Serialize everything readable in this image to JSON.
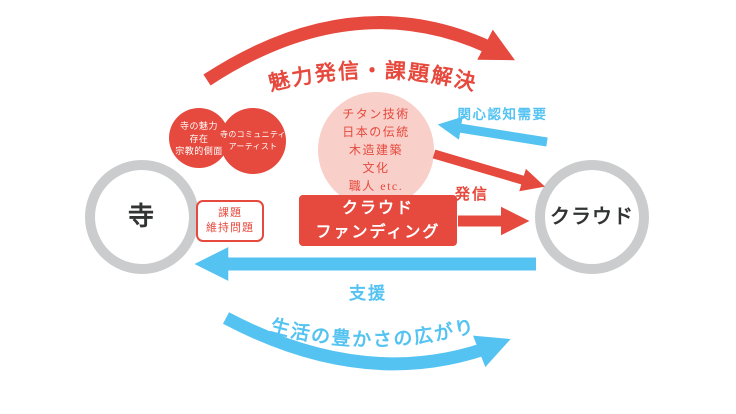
{
  "colors": {
    "red": "#e6493d",
    "pink": "#f8cfc9",
    "blue": "#55c3f1",
    "gray": "#cbcccd",
    "dark": "#323333"
  },
  "diagram": {
    "top_arrow_label": "魅力発信・課題解決",
    "bottom_arrow_label": "生活の豊かさの広がり",
    "left_node_label": "寺",
    "right_node_label": "クラウド",
    "appeal_circle_lines": [
      "寺の魅力",
      "存在",
      "宗教的側面"
    ],
    "community_circle_lines": [
      "寺のコミュニティ",
      "アーティスト"
    ],
    "content_circle_lines": [
      "チタン技術",
      "日本の伝統",
      "木造建築",
      "文化",
      "職人 etc."
    ],
    "demand_label": "関心認知需要",
    "send_label": "発信",
    "issue_box_lines": [
      "課題",
      "維持問題"
    ],
    "crowdfunding_lines": [
      "クラウド",
      "ファンディング"
    ],
    "support_label": "支援"
  }
}
